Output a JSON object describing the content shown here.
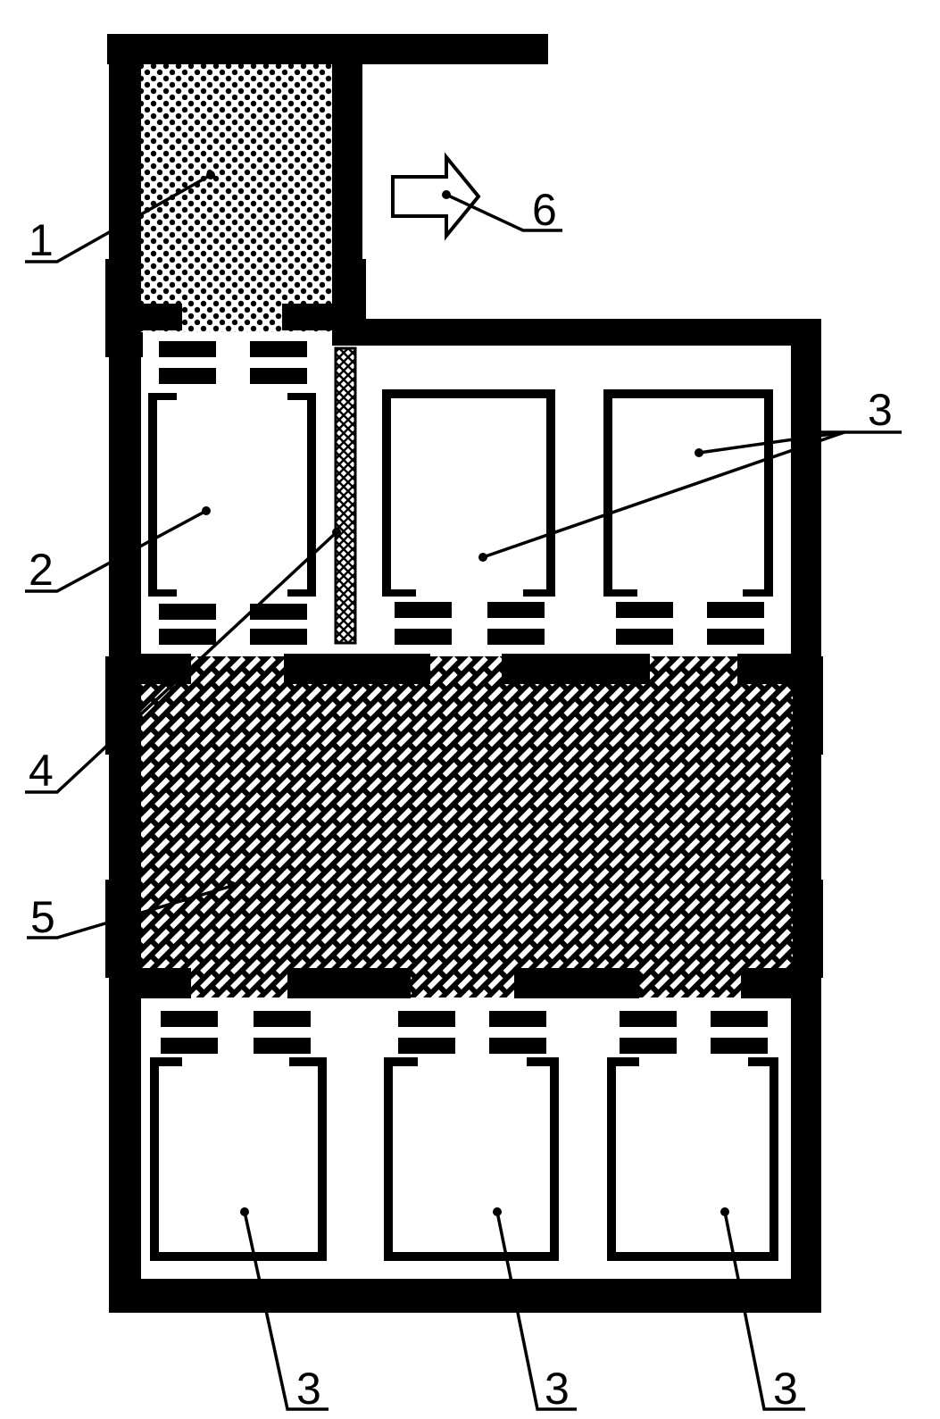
{
  "labels": {
    "l1": "1",
    "l2": "2",
    "l3_top": "3",
    "l4": "4",
    "l5": "5",
    "l6": "6",
    "l3_bottom_left": "3",
    "l3_bottom_mid": "3",
    "l3_bottom_right": "3"
  },
  "colors": {
    "ink": "#000000",
    "paper": "#ffffff"
  }
}
